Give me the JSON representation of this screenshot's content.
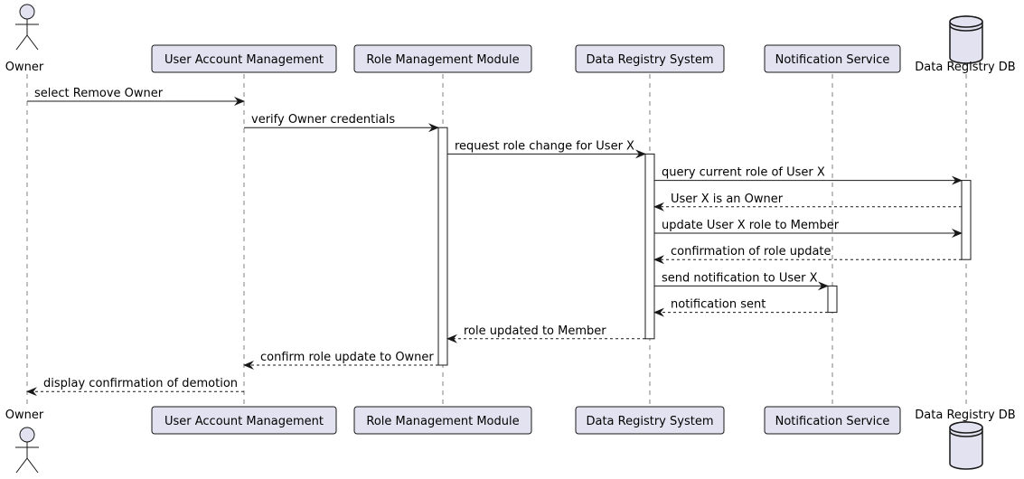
{
  "participants": [
    {
      "id": "owner",
      "label": "Owner",
      "kind": "actor"
    },
    {
      "id": "uam",
      "label": "User Account Management",
      "kind": "box"
    },
    {
      "id": "rmm",
      "label": "Role Management Module",
      "kind": "box"
    },
    {
      "id": "drs",
      "label": "Data Registry System",
      "kind": "box"
    },
    {
      "id": "ns",
      "label": "Notification Service",
      "kind": "box"
    },
    {
      "id": "db",
      "label": "Data Registry DB",
      "kind": "database"
    }
  ],
  "messages": [
    {
      "from": "owner",
      "to": "uam",
      "label": "select Remove Owner",
      "style": "solid"
    },
    {
      "from": "uam",
      "to": "rmm",
      "label": "verify Owner credentials",
      "style": "solid"
    },
    {
      "from": "rmm",
      "to": "drs",
      "label": "request role change for User X",
      "style": "solid"
    },
    {
      "from": "drs",
      "to": "db",
      "label": "query current role of User X",
      "style": "solid"
    },
    {
      "from": "db",
      "to": "drs",
      "label": "User X is an Owner",
      "style": "dashed"
    },
    {
      "from": "drs",
      "to": "db",
      "label": "update User X role to Member",
      "style": "solid"
    },
    {
      "from": "db",
      "to": "drs",
      "label": "confirmation of role update",
      "style": "dashed"
    },
    {
      "from": "drs",
      "to": "ns",
      "label": "send notification to User X",
      "style": "solid"
    },
    {
      "from": "ns",
      "to": "drs",
      "label": "notification sent",
      "style": "dashed"
    },
    {
      "from": "drs",
      "to": "rmm",
      "label": "role updated to Member",
      "style": "dashed"
    },
    {
      "from": "rmm",
      "to": "uam",
      "label": "confirm role update to Owner",
      "style": "dashed"
    },
    {
      "from": "uam",
      "to": "owner",
      "label": "display confirmation of demotion",
      "style": "dashed"
    }
  ],
  "activations": [
    {
      "participant": "rmm",
      "from_message": 1,
      "to_message": 10
    },
    {
      "participant": "drs",
      "from_message": 2,
      "to_message": 9
    },
    {
      "participant": "db",
      "from_message": 3,
      "to_message": 6
    },
    {
      "participant": "ns",
      "from_message": 7,
      "to_message": 8
    }
  ],
  "colors": {
    "participant_fill": "#e2e2f0",
    "participant_border": "#181818",
    "lifeline": "#181818",
    "arrow": "#181818",
    "activation_fill": "#ffffff"
  }
}
